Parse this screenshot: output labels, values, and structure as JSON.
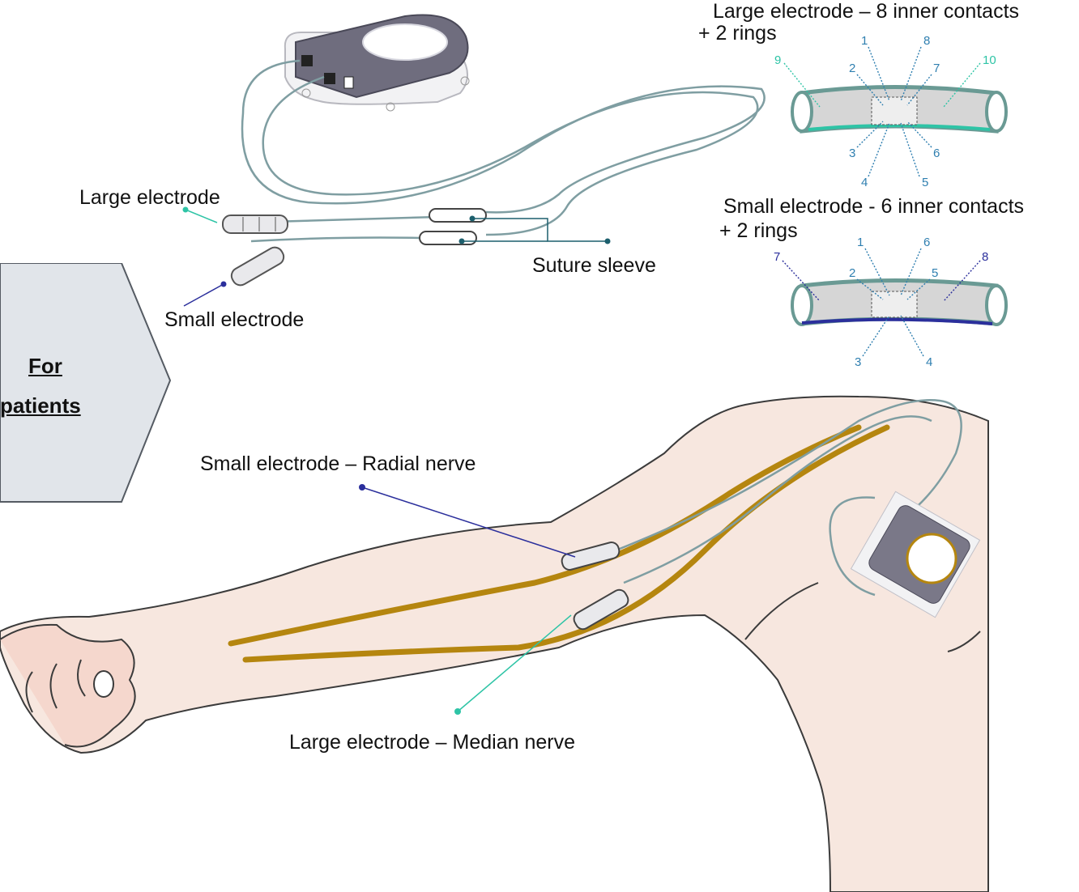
{
  "badge": {
    "line1": "For",
    "line2": "patients"
  },
  "labels": {
    "large_electrode": "Large electrode",
    "small_electrode": "Small electrode",
    "suture_sleeve": "Suture sleeve",
    "large_detail_line1": "Large electrode – 8 inner contacts",
    "large_detail_line2": "+ 2 rings",
    "small_detail_line1": "Small electrode - 6 inner contacts",
    "small_detail_line2": "+ 2 rings",
    "radial": "Small electrode – Radial nerve",
    "median": "Large electrode – Median nerve"
  },
  "large_contacts": [
    "1",
    "2",
    "3",
    "4",
    "5",
    "6",
    "7",
    "8",
    "9",
    "10"
  ],
  "small_contacts": [
    "1",
    "2",
    "3",
    "4",
    "5",
    "6",
    "7",
    "8"
  ],
  "colors": {
    "teal": "#2ec4a6",
    "navy": "#2b2f9c",
    "nerve": "#b5860f",
    "skin": "#f7e7df",
    "lead": "#7f9ea2",
    "device": "#7a7888",
    "badge_fill": "#e1e5ea",
    "badge_stroke": "#555b63"
  }
}
